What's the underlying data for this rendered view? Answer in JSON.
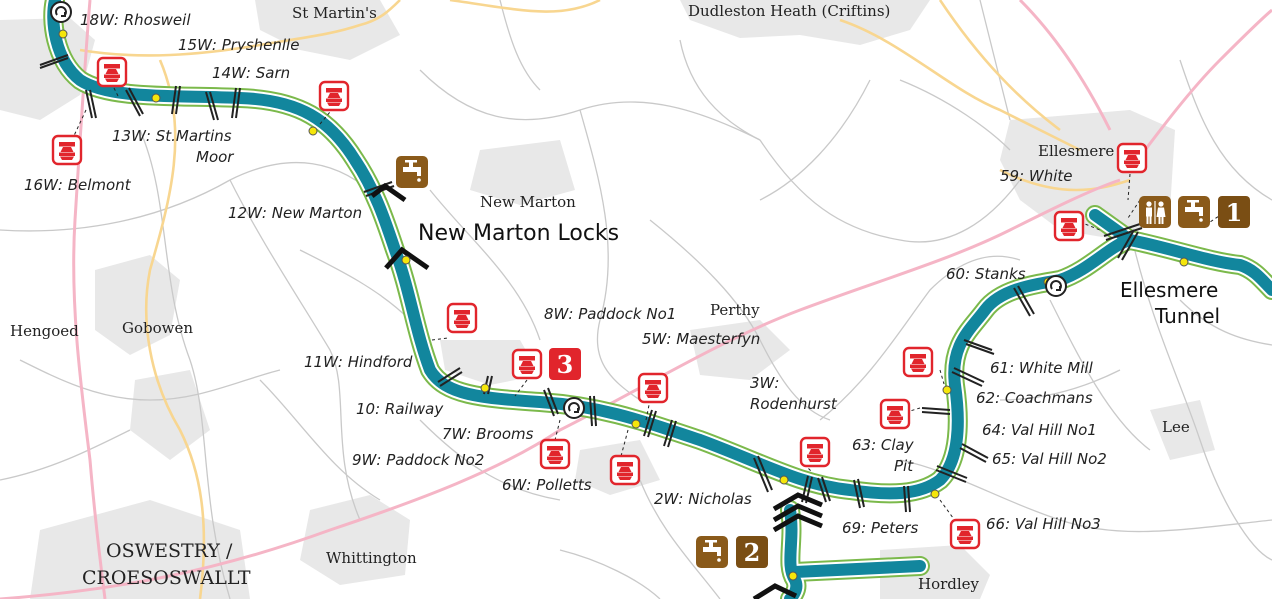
{
  "places": {
    "st_martins": "St Martin's",
    "dudleston_heath": "Dudleston Heath (Criftins)",
    "ellesmere": "Ellesmere",
    "new_marton": "New Marton",
    "perthy": "Perthy",
    "hengoed": "Hengoed",
    "gobowen": "Gobowen",
    "lee": "Lee",
    "whittington": "Whittington",
    "hordley": "Hordley",
    "oswestry_1": "OSWESTRY /",
    "oswestry_2": "CROESOSWALLT"
  },
  "features": {
    "new_marton_locks": "New Marton Locks",
    "ellesmere_tunnel_1": "Ellesmere",
    "ellesmere_tunnel_2": "Tunnel"
  },
  "bridges": {
    "b18w": "18W: Rhosweil",
    "b15w": "15W: Pryshenlle",
    "b14w": "14W: Sarn",
    "b13w_1": "13W: St.Martins",
    "b13w_2": "Moor",
    "b16w": "16W: Belmont",
    "b12w": "12W: New Marton",
    "b11w": "11W: Hindford",
    "b10": "10: Railway",
    "b7w": "7W: Brooms",
    "b9w": "9W: Paddock No2",
    "b6w": "6W: Polletts",
    "b8w": "8W: Paddock No1",
    "b5w": "5W: Maesterfyn",
    "b3w_1": "3W:",
    "b3w_2": "Rodenhurst",
    "b2w": "2W: Nicholas",
    "b63_1": "63: Clay",
    "b63_2": "Pit",
    "b69": "69: Peters",
    "b66": "66: Val Hill No3",
    "b65": "65: Val Hill No2",
    "b64": "64: Val Hill No1",
    "b62": "62: Coachmans",
    "b61": "61: White Mill",
    "b60": "60: Stanks",
    "b59": "59: White"
  },
  "markers": {
    "marker_1": "1",
    "marker_2": "2",
    "marker_3": "3"
  },
  "icons": {
    "bridge_icon": "lift-bridge-icon",
    "water_icon": "water-tap-icon",
    "toilet_icon": "toilets-icon",
    "winding_icon": "winding-hole-icon"
  },
  "colors": {
    "canal": "#12869d",
    "towpath": "#7bb94b",
    "poi_red": "#e1252c",
    "poi_brown": "#7a4e14",
    "road_pink": "#f5b5c6",
    "road_yellow": "#f8d690",
    "lane_grey": "#c9c9c9",
    "urban_grey": "#e7e7e7"
  }
}
